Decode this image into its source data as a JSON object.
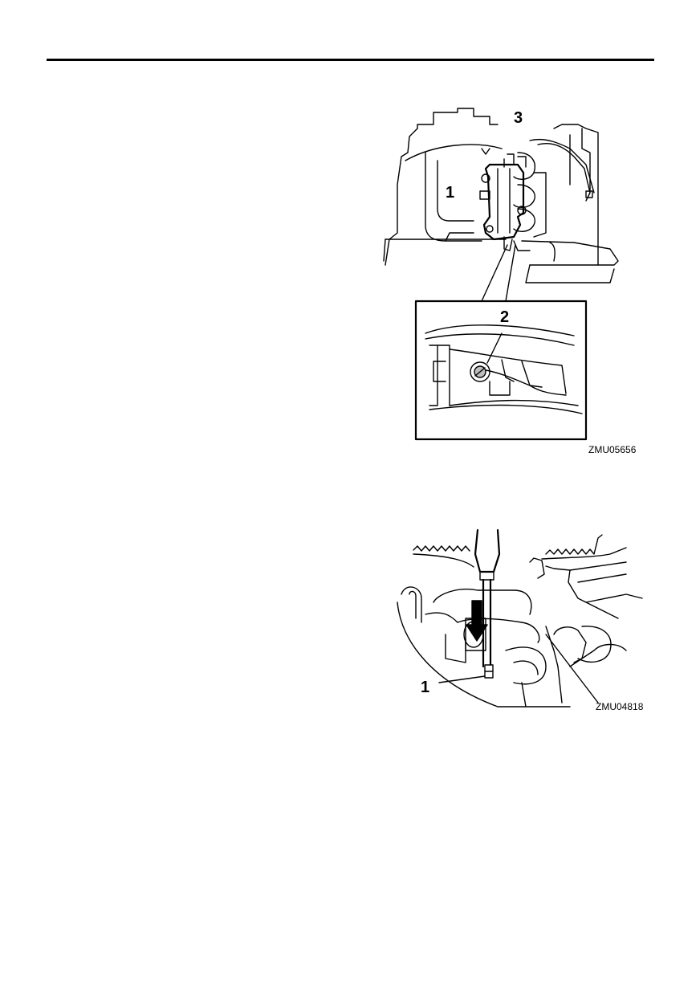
{
  "figure1": {
    "callouts": [
      "3",
      "1",
      "2"
    ],
    "code": "ZMU05656"
  },
  "figure2": {
    "callouts": [
      "1"
    ],
    "code": "ZMU04818"
  }
}
